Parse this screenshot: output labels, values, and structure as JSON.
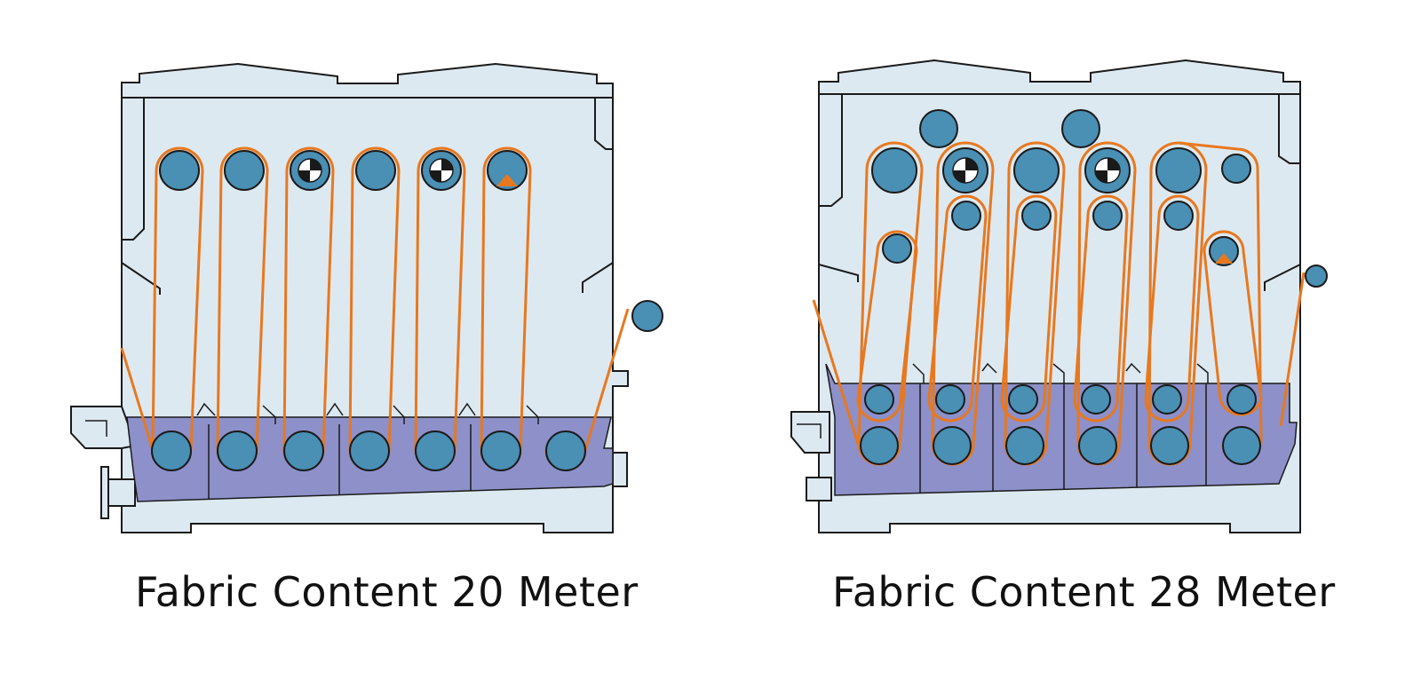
{
  "captions": {
    "left": "Fabric Content 20 Meter",
    "right": "Fabric Content 28 Meter"
  },
  "colors": {
    "machine_body": "#dde9f1",
    "outline": "#1a1a1a",
    "bath": "#8d90c9",
    "roller": "#4a8fb4",
    "fabric_path": "#e8781e",
    "sensor": "#1a1a1a",
    "marker": "#e8781e"
  },
  "machines": {
    "left": {
      "top_rollers": 6,
      "bath_rollers": 7,
      "compartments": 4
    },
    "right": {
      "top_rollers": 6,
      "mid_rollers": 6,
      "bath_rollers": 12,
      "compartments": 6
    }
  }
}
